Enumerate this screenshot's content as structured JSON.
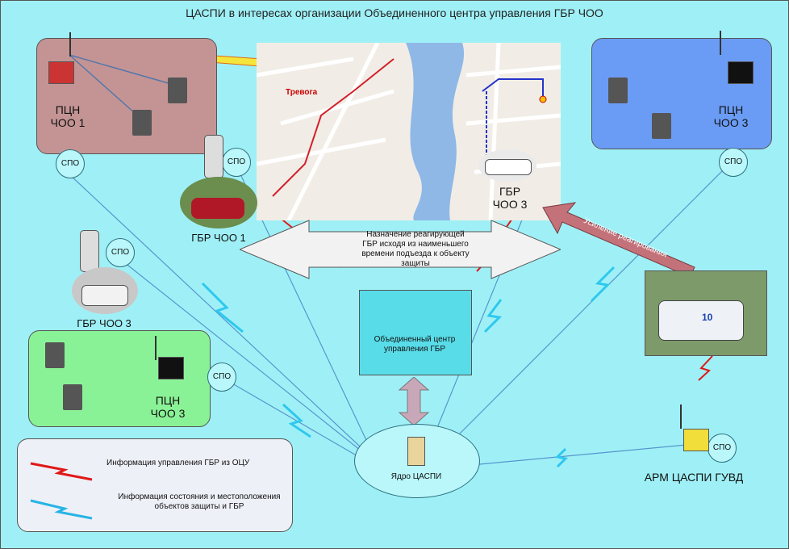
{
  "title": "ЦАСПИ в интересах организации Объединенного центра управления ГБР ЧОО",
  "zones": {
    "pcn1": {
      "label_line1": "ПЦН",
      "label_line2": "ЧОО 1",
      "color": "#c49494"
    },
    "pcn3_right": {
      "label_line1": "ПЦН",
      "label_line2": "ЧОО 3",
      "color": "#6b9cf5"
    },
    "pcn3_left": {
      "label_line1": "ПЦН",
      "label_line2": "ЧОО 3",
      "color": "#8af296"
    }
  },
  "spo_label": "СПО",
  "gbr_labels": {
    "gbr1": "ГБР ЧОО 1",
    "gbr3_left": "ГБР ЧОО 3",
    "gbr3_map_line1": "ГБР",
    "gbr3_map_line2": "ЧОО 3"
  },
  "map": {
    "alarm_label": "Тревога"
  },
  "assignment_arrow_text": "Назначение реагирующей ГБР исходя из наименьшего времени подъезда к объекту защиты",
  "center_box_text": "Объединенный центр управления ГБР",
  "core_label": "Ядро ЦАСПИ",
  "reinforcement_label": "Усиление реагирования",
  "police_car_number": "10",
  "arm_label": "АРМ ЦАСПИ ГУВД",
  "legend": {
    "items": [
      {
        "text": "Информация управления ГБР из ОЦУ",
        "color": "#e01818"
      },
      {
        "text": "Информация состояния и местоположения объектов защиты и ГБР",
        "color": "#26b4e6"
      }
    ]
  },
  "colors": {
    "background": "#9ff0f6",
    "red_link": "#e01818",
    "blue_link": "#2d8fe0",
    "center_box": "#58dce8",
    "arrow_fill": "#cfcfcf"
  }
}
